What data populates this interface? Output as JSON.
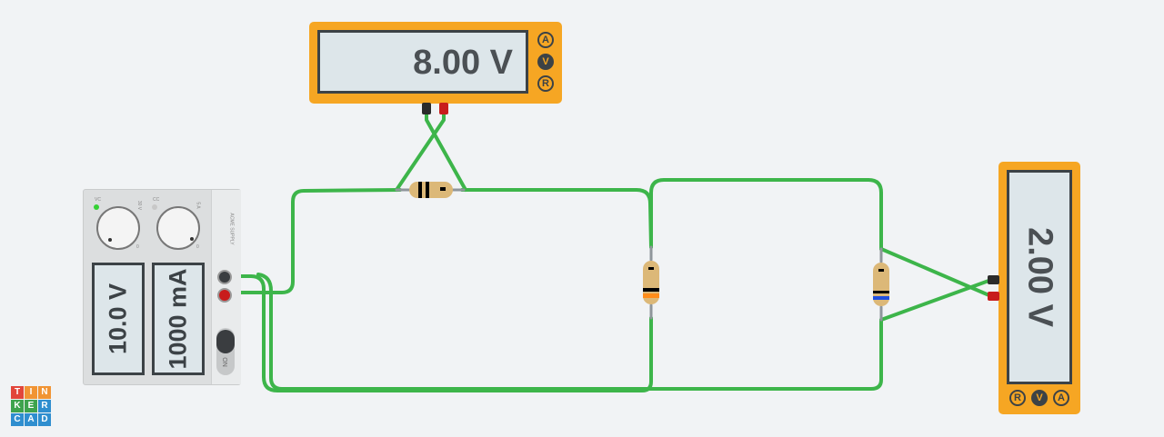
{
  "app": "Tinkercad",
  "logo": {
    "letters": [
      "T",
      "I",
      "N",
      "K",
      "E",
      "R",
      "C",
      "A",
      "D"
    ],
    "colors": [
      "#e2453a",
      "#f19434",
      "#f19434",
      "#3ea34d",
      "#3ea34d",
      "#2f8ecf",
      "#2f8ecf",
      "#2f8ecf",
      "#2f8ecf"
    ]
  },
  "multimeter_top": {
    "reading": "8.00 V",
    "modes": [
      "A",
      "V",
      "R"
    ],
    "active_mode": "V"
  },
  "multimeter_right": {
    "reading": "2.00 V",
    "modes": [
      "R",
      "V",
      "A"
    ],
    "active_mode": "V"
  },
  "power_supply": {
    "voltage_display": "10.0 V",
    "current_display": "1000 mA",
    "switch_label": "ON",
    "knob_labels": {
      "vc": "VC",
      "cc": "CC",
      "v_max": "30 V",
      "a_max": "5 A",
      "zero": "0"
    },
    "brand": "ACME SUPPLY"
  },
  "resistors": [
    {
      "name": "resistor-top",
      "bands": [
        "#000000",
        "#000000",
        "#000000"
      ]
    },
    {
      "name": "resistor-middle",
      "bands": [
        "#000000",
        "#000000",
        "#ff8c1a"
      ]
    },
    {
      "name": "resistor-right",
      "bands": [
        "#000000",
        "#000000",
        "#1f4fe0"
      ]
    }
  ],
  "wire_color": "#3db54a",
  "probe_colors": {
    "black": "#2b2b2b",
    "red": "#c81c1c"
  }
}
